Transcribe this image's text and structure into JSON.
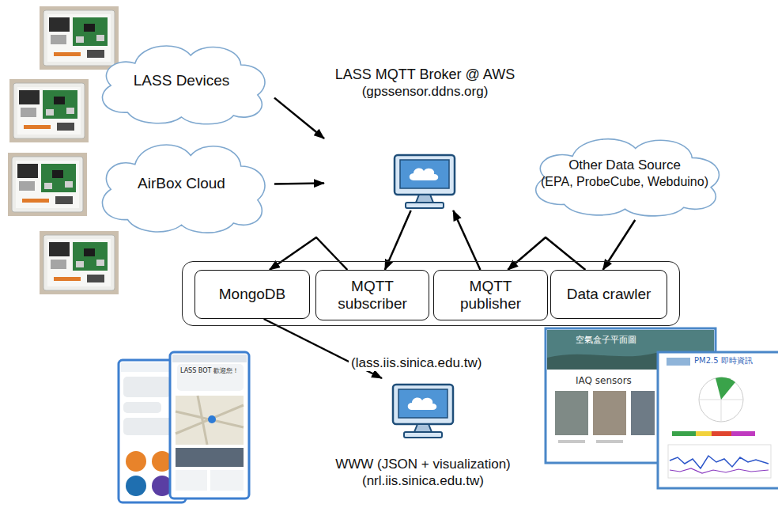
{
  "diagram": {
    "nodes": [
      {
        "text": [
          "LASS Devices"
        ]
      },
      {
        "text": [
          "AirBox Cloud"
        ]
      },
      {
        "text": [
          "LASS MQTT Broker @ AWS",
          "(gpssensor.ddns.org)"
        ]
      },
      {
        "text": [
          "Other Data Source",
          "(EPA, ProbeCube, Webduino)"
        ]
      },
      {
        "text": [
          "(lass.iis.sinica.edu.tw)"
        ]
      },
      {
        "text": [
          "MongoDB"
        ],
        "in": 4
      },
      {
        "text": [
          "MQTT subscriber"
        ],
        "in": 4
      },
      {
        "text": [
          "MQTT publisher"
        ],
        "in": 4
      },
      {
        "text": [
          "Data crawler"
        ],
        "in": 4
      },
      {
        "text": [
          "WWW (JSON + visualization)",
          "(nrl.iis.sinica.edu.tw)"
        ]
      }
    ],
    "edges": [
      {
        "from": 0,
        "to": 2,
        "arrow": "to"
      },
      {
        "from": 1,
        "to": 2,
        "arrow": "to"
      },
      {
        "from": 2,
        "to": 6,
        "arrow": "to"
      },
      {
        "from": 6,
        "to": 5,
        "arrow": "to"
      },
      {
        "from": 7,
        "to": 2,
        "arrow": "to"
      },
      {
        "from": 8,
        "to": 7,
        "arrow": "to"
      },
      {
        "from": 3,
        "to": 8,
        "arrow": "to"
      },
      {
        "from": 5,
        "to": 9,
        "arrow": "to"
      }
    ],
    "labels": [
      "LASS BOT 歡迎您！",
      "空氣盒子平面圖",
      "IAQ sensors",
      "PM2.5 即時資訊"
    ]
  }
}
